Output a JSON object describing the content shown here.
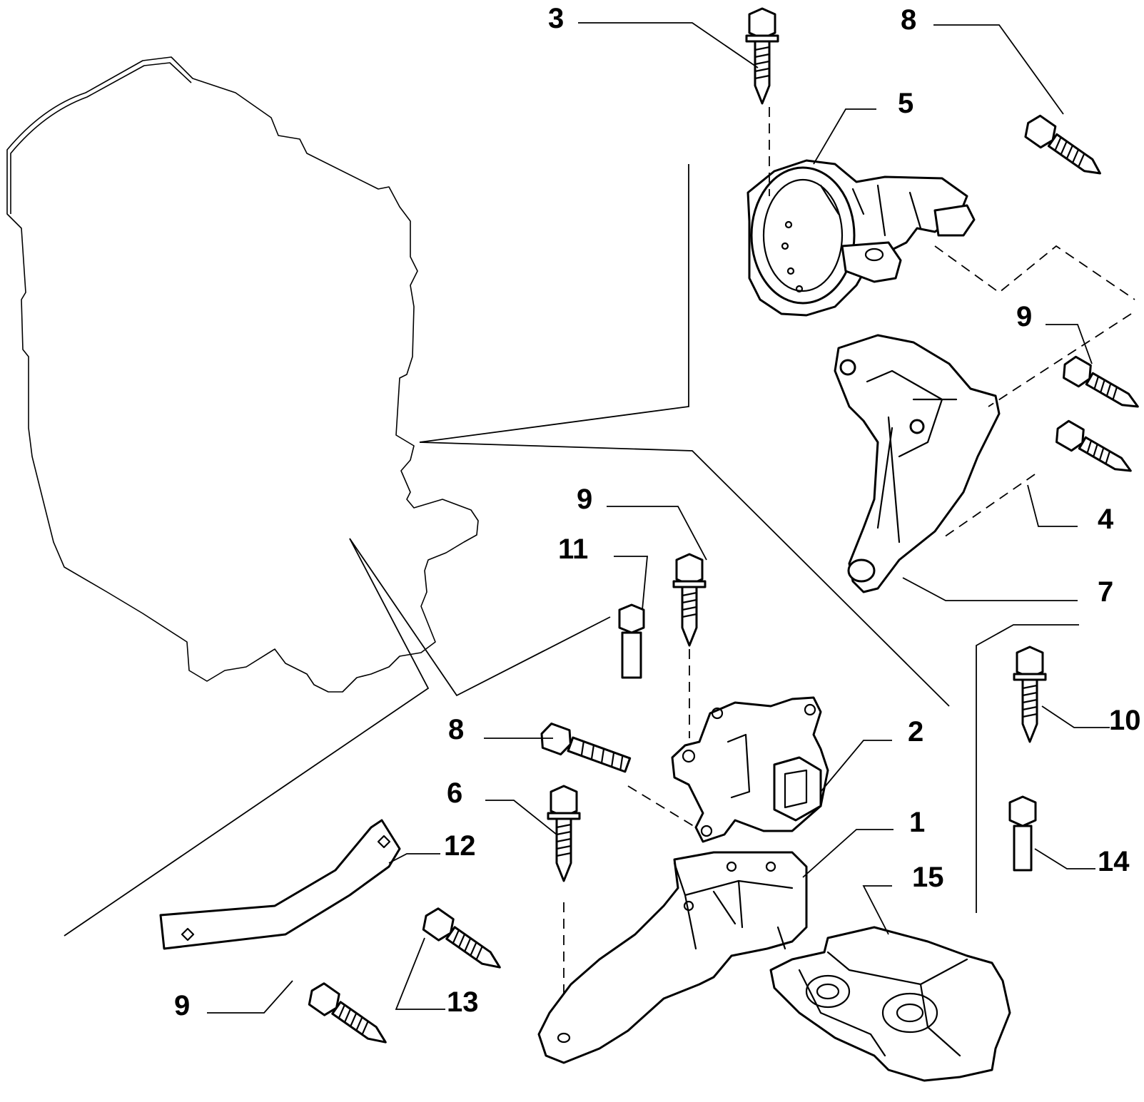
{
  "callouts": [
    {
      "id": "c-3",
      "text": "3"
    },
    {
      "id": "c-8a",
      "text": "8"
    },
    {
      "id": "c-5",
      "text": "5"
    },
    {
      "id": "c-9a",
      "text": "9"
    },
    {
      "id": "c-4",
      "text": "4"
    },
    {
      "id": "c-7",
      "text": "7"
    },
    {
      "id": "c-9b",
      "text": "9"
    },
    {
      "id": "c-11",
      "text": "11"
    },
    {
      "id": "c-10",
      "text": "10"
    },
    {
      "id": "c-8b",
      "text": "8"
    },
    {
      "id": "c-2",
      "text": "2"
    },
    {
      "id": "c-6",
      "text": "6"
    },
    {
      "id": "c-1",
      "text": "1"
    },
    {
      "id": "c-12",
      "text": "12"
    },
    {
      "id": "c-14",
      "text": "14"
    },
    {
      "id": "c-15",
      "text": "15"
    },
    {
      "id": "c-13",
      "text": "13"
    },
    {
      "id": "c-9c",
      "text": "9"
    }
  ],
  "colors": {
    "ink": "#000000",
    "paper": "#ffffff"
  }
}
